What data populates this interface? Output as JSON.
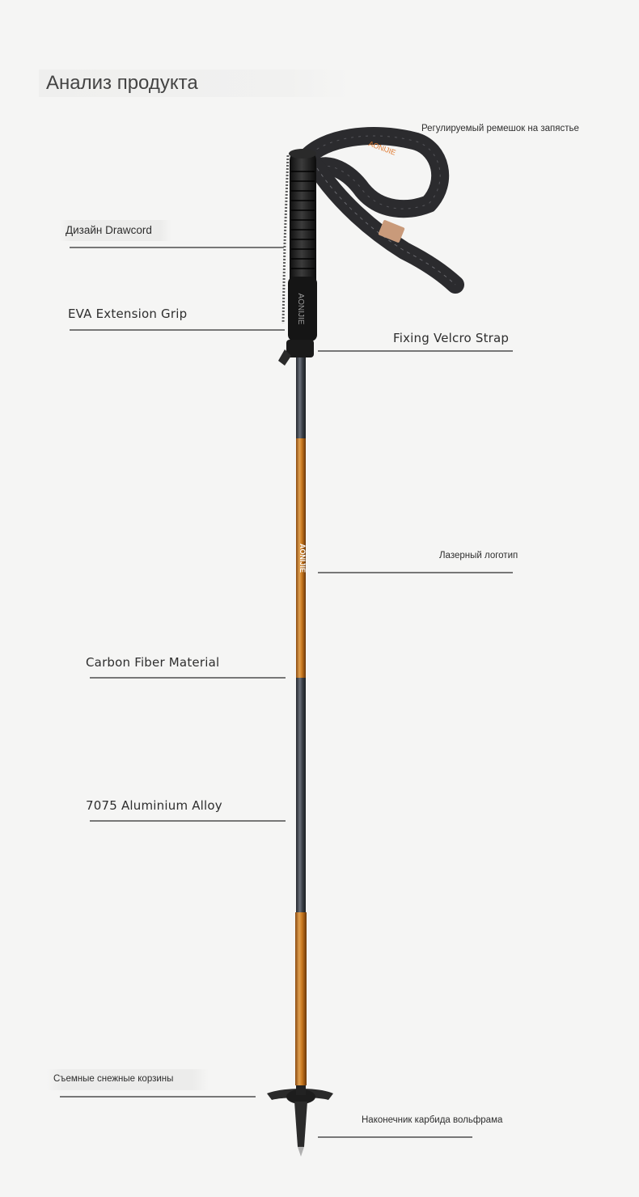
{
  "page": {
    "title": "Анализ продукта"
  },
  "labels": {
    "wrist_strap": "Регулируемый ремешок на запястье",
    "drawcord": "Дизайн Drawcord",
    "eva_grip": "EVA Extension Grip",
    "velcro": "Fixing Velcro Strap",
    "laser_logo": "Лазерный логотип",
    "carbon": "Carbon Fiber Material",
    "aluminium": "7075 Aluminium Alloy",
    "baskets": "Съемные снежные корзины",
    "tip": "Наконечник карбида вольфрама"
  },
  "pole_markings": {
    "brand": "AONIJIE",
    "grip_brand": "AONIJIE",
    "strap_brand": "AONIJIE"
  },
  "colors": {
    "background": "#f5f5f4",
    "pole_orange": "#c8781e",
    "pole_dark": "#3a3f47",
    "grip": "#1e1e1e",
    "leader_line": "#777777"
  }
}
